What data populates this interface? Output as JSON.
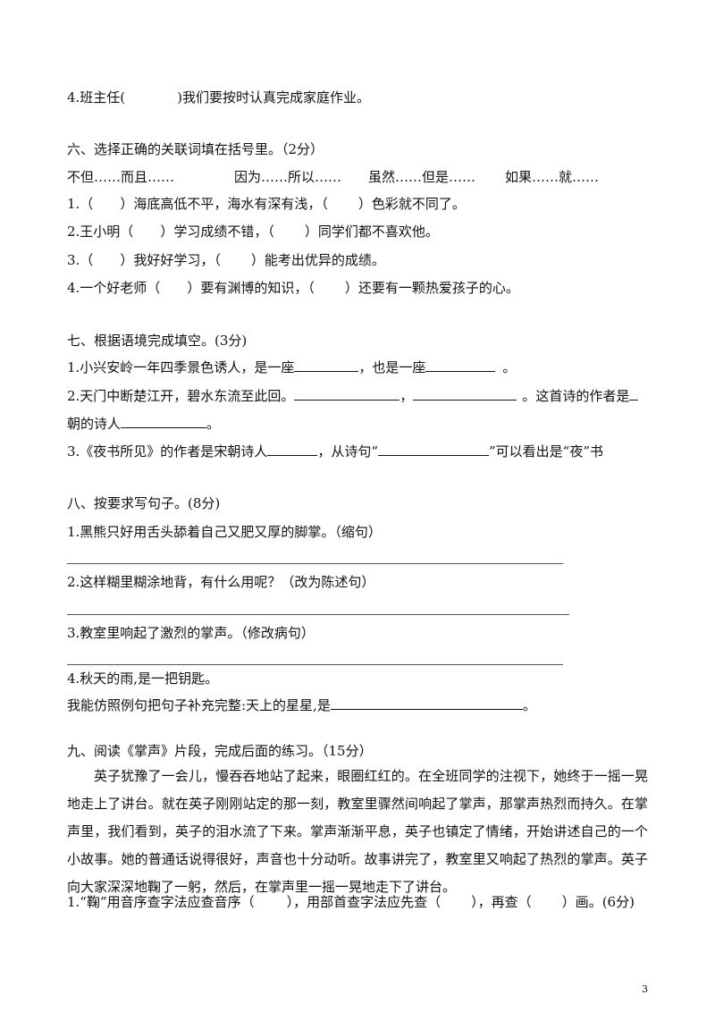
{
  "q5_item4": {
    "pre": "4.班主任(",
    "post": ")我们要按时认真完成家庭作业。"
  },
  "s6": {
    "heading": "六、选择正确的关联词填在括号里。（2分）",
    "options": [
      "不但……而且……",
      "因为……所以……",
      "虽然……但是……",
      "如果……就……"
    ],
    "items": [
      {
        "a": "1.（",
        "b": "）海底高低不平，海水有深有浅，（",
        "c": "）色彩就不同了。"
      },
      {
        "a": "2.王小明（",
        "b": "）学习成绩不错，（",
        "c": "）同学们都不喜欢他。"
      },
      {
        "a": "3.（",
        "b": "）我好好学习，（",
        "c": "）能考出优异的成绩。"
      },
      {
        "a": "4.一个好老师（",
        "b": "）要有渊博的知识，（",
        "c": "）还要有一颗热爱孩子的心。"
      }
    ]
  },
  "s7": {
    "heading": "七、根据语境完成填空。(3分)",
    "l1a": "1.小兴安岭一年四季景色诱人，是一座",
    "l1b": "，也是一座",
    "l1c": "。",
    "l2a": "2.天门中断楚江开，碧水东流至此回。",
    "l2b": "，",
    "l2c": "。这首诗的作者是",
    "l3a": "朝的诗人",
    "l3b": "。",
    "l4a": "3.《夜书所见》的作者是宋朝诗人",
    "l4b": "，从诗句“",
    "l4c": "”可以看出是“夜”书"
  },
  "s8": {
    "heading": "八、按要求写句子。(8分)",
    "q1": "1.黑熊只好用舌头舔着自己又肥又厚的脚掌。（缩句）",
    "q2": "2.这样糊里糊涂地背，有什么用呢？（改为陈述句）",
    "q3": "3.教室里响起了激烈的掌声。（修改病句）",
    "q4": "4.秋天的雨,是一把钥匙。",
    "q4b": "我能仿照例句把句子补充完整:天上的星星,是",
    "q4c": "。"
  },
  "s9": {
    "heading": "九、阅读《掌声》片段，完成后面的练习。（15分）",
    "passage": "英子犹豫了一会儿，慢吞吞地站了起来，眼圈红红的。在全班同学的注视下，她终于一摇一晃地走上了讲台。就在英子刚刚站定的那一刻，教室里骤然间响起了掌声，那掌声热烈而持久。在掌声里，我们看到，英子的泪水流了下来。掌声渐渐平息，英子也镇定了情绪，开始讲述自己的一个小故事。她的普通话说得很好，声音也十分动听。故事讲完了，教室里又响起了热烈的掌声。英子向大家深深地鞠了一躬，然后，在掌声里一摇一晃地走下了讲台。",
    "q1a": "1.“鞠”用音序查字法应查音序（",
    "q1b": "），用部首查字法应先查（",
    "q1c": "），再查（",
    "q1d": "）画。(6分)"
  },
  "page_number": "3"
}
